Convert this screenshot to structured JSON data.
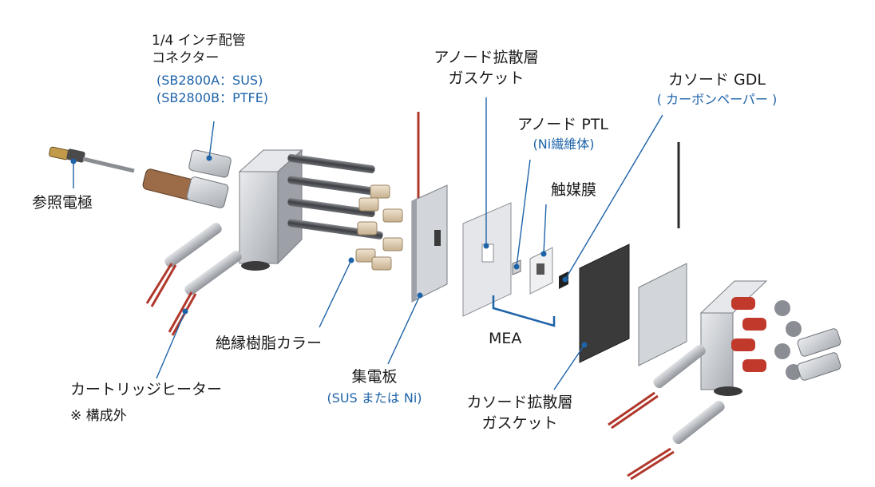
{
  "colors": {
    "leader_line": "#1e63a8",
    "accent_text": "#1e63a8",
    "metal": "#c8ccd1",
    "metal_dark": "#8c9097",
    "wire_red": "#b0382b",
    "membrane": "#2d2d2d"
  },
  "labels": {
    "connector": {
      "line1": "1/4 インチ配管",
      "line2": "コネクター",
      "sub1": "(SB2800A：SUS)",
      "sub2": "(SB2800B：PTFE)"
    },
    "anode_gasket": {
      "line1": "アノード拡散層",
      "line2": "ガスケット"
    },
    "cathode_gdl": {
      "line1": "カソード GDL",
      "sub": "( カーボンペーパー )"
    },
    "anode_ptl": {
      "line1": "アノード PTL",
      "sub": "(Ni繊維体)"
    },
    "catalyst_membrane": "触媒膜",
    "reference_electrode": "参照電極",
    "insulating_collar": "絶縁樹脂カラー",
    "current_collector": {
      "line1": "集電板",
      "sub": "(SUS または Ni)"
    },
    "mea": "MEA",
    "cathode_gasket": {
      "line1": "カソード拡散層",
      "line2": "ガスケット"
    },
    "cartridge_heater": {
      "line1": "カートリッジヒーター",
      "note": "※ 構成外"
    }
  }
}
